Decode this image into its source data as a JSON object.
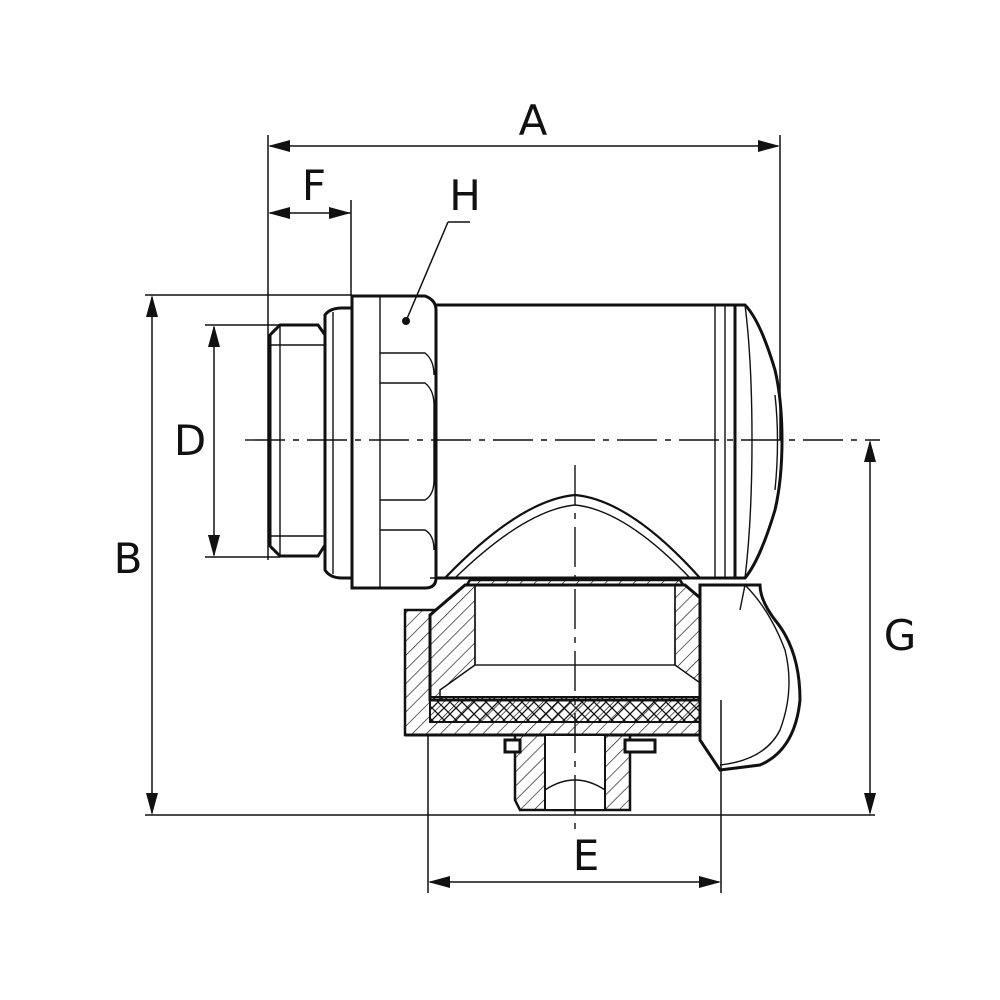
{
  "diagram": {
    "labels": {
      "A": "A",
      "B": "B",
      "D": "D",
      "E": "E",
      "F": "F",
      "G": "G",
      "H": "H"
    }
  }
}
